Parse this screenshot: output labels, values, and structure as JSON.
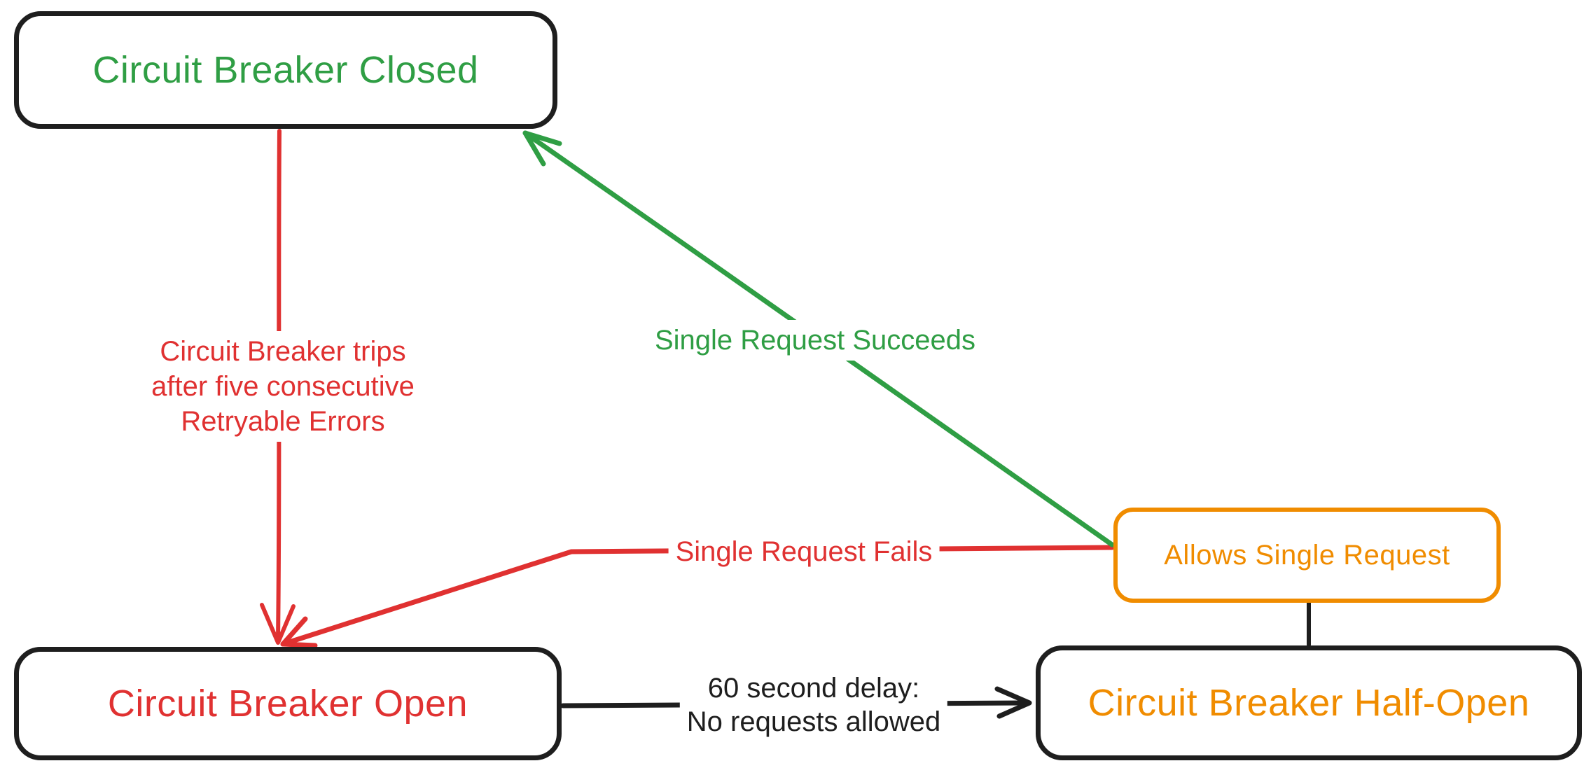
{
  "colors": {
    "green": "#2f9e44",
    "red": "#e03131",
    "orange": "#f08c00",
    "black": "#1e1e1e",
    "background": "#ffffff"
  },
  "diagram": {
    "type": "state-diagram",
    "topic": "Circuit Breaker states"
  },
  "nodes": {
    "closed": {
      "label": "Circuit Breaker Closed",
      "text_color": "#2f9e44",
      "border_color": "#1e1e1e"
    },
    "open": {
      "label": "Circuit Breaker Open",
      "text_color": "#e03131",
      "border_color": "#1e1e1e"
    },
    "half_open": {
      "label": "Circuit Breaker Half-Open",
      "text_color": "#f08c00",
      "border_color": "#1e1e1e"
    },
    "allows": {
      "label": "Allows Single Request",
      "text_color": "#f08c00",
      "border_color": "#f08c00"
    }
  },
  "edges": {
    "trips": {
      "from": "closed",
      "to": "open",
      "color": "#e03131",
      "label_lines": [
        "Circuit Breaker trips",
        "after five consecutive",
        "Retryable Errors"
      ]
    },
    "succeeds": {
      "from": "allows",
      "to": "closed",
      "color": "#2f9e44",
      "label": "Single Request Succeeds"
    },
    "fails": {
      "from": "allows",
      "to": "open",
      "color": "#e03131",
      "label": "Single Request Fails"
    },
    "delay": {
      "from": "open",
      "to": "half_open",
      "color": "#1e1e1e",
      "label_lines": [
        "60 second delay:",
        "No requests allowed"
      ]
    },
    "connector": {
      "from": "allows",
      "to": "half_open",
      "color": "#1e1e1e",
      "label": ""
    }
  }
}
